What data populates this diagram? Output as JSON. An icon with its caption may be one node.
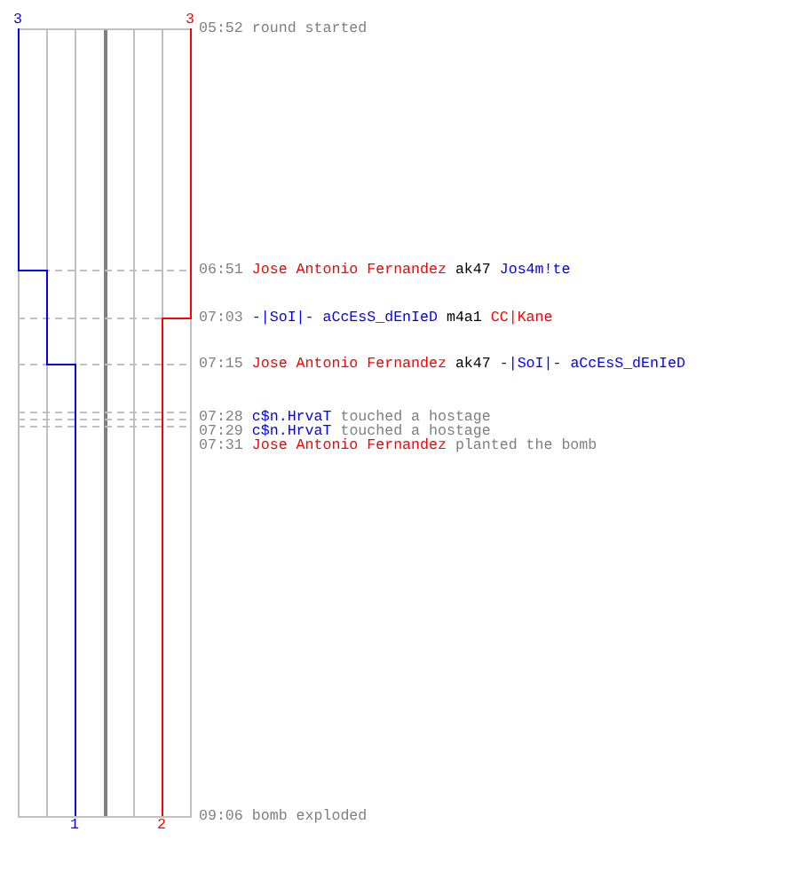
{
  "diagram": {
    "labels": [
      "3",
      "3",
      "05:52",
      "round started",
      "06:51",
      "Jose Antonio Fernandez",
      "ak47",
      "Jos4m!te",
      "07:03",
      "-|SoI|- aCcEsS_dEnIeD",
      "m4a1",
      "CC|Kane",
      "07:15",
      "Jose Antonio Fernandez",
      "ak47",
      "-|SoI|- aCcEsS_dEnIeD",
      "07:28",
      "c$n.HrvaT",
      "touched a hostage",
      "07:29",
      "c$n.HrvaT",
      "touched a hostage",
      "07:31",
      "Jose Antonio Fernandez",
      "planted the bomb",
      "1",
      "2",
      "09:06",
      "bomb exploded"
    ]
  }
}
